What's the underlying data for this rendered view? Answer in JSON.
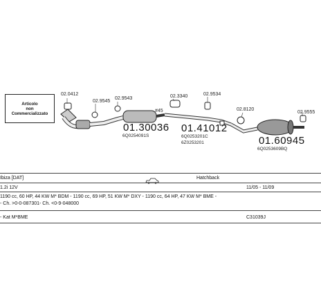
{
  "legend": {
    "line1": "Articolo",
    "line2": "non",
    "line3": "Commercializzato"
  },
  "part_numbers": [
    {
      "code": "02.0412"
    },
    {
      "code": "02.9545"
    },
    {
      "code": "02.9543"
    },
    {
      "code": "02.3340"
    },
    {
      "code": "02.9534"
    },
    {
      "code": "02.8120"
    },
    {
      "code": "02.9555"
    },
    {
      "code": "#45"
    }
  ],
  "components": [
    {
      "code": "01.30036",
      "oe": "6Q0254091S"
    },
    {
      "code": "01.41012",
      "oe": "6Q0253201C",
      "oe2": "6Z0253201"
    },
    {
      "code": "01.60945",
      "oe": "6Q0253609BQ"
    }
  ],
  "info": {
    "model": "Ibiza [DAT]",
    "body_type": "Hatchback",
    "engine": "1.2i 12V",
    "dates": "11/05 - 11/09",
    "engine_detail": "1190 cc, 60 HP, 44 KW M* BDM - 1190 cc, 69 HP, 51 KW M* DXY - 1190 cc, 64 HP, 47 KW M* BME -",
    "chassis": "- Ch. >0-0-087301- Ch. <0-9-048000",
    "kit_label": "- Kat M*BME",
    "kit_code": "C31039J"
  },
  "icons": {
    "car": "car-icon"
  }
}
